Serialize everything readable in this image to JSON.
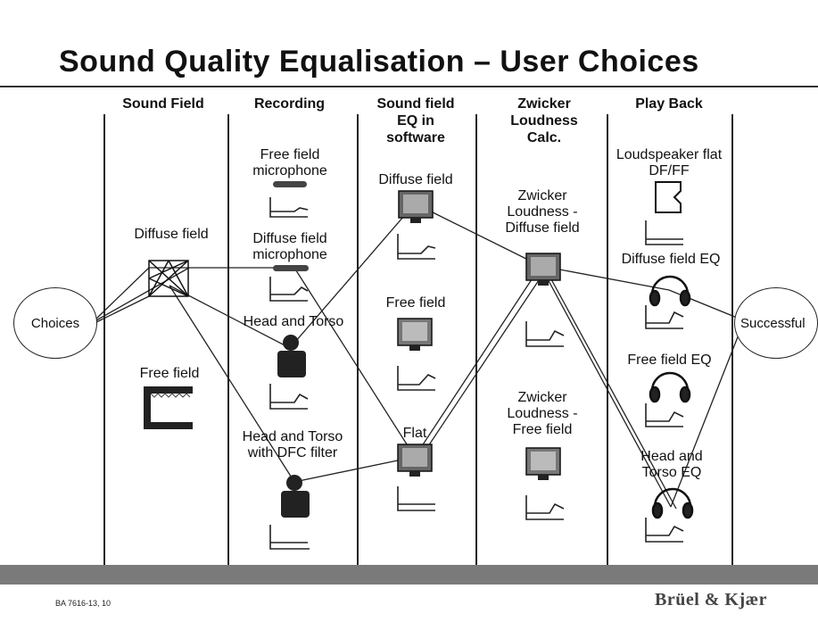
{
  "title": "Sound Quality Equalisation – User Choices",
  "columns": [
    {
      "label": "Sound Field"
    },
    {
      "label": "Recording"
    },
    {
      "label": "Sound field EQ in software"
    },
    {
      "label": "Zwicker Loudness Calc."
    },
    {
      "label": "Play Back"
    }
  ],
  "nodes": {
    "choices": "Choices",
    "successful": "Successful",
    "diffuse_field": "Diffuse field",
    "free_field": "Free field",
    "free_field_microphone": "Free field microphone",
    "diffuse_field_microphone": "Diffuse field microphone",
    "head_and_torso": "Head and Torso",
    "head_and_torso_dfc": "Head and Torso with DFC filter",
    "eq_diffuse_field": "Diffuse field",
    "eq_free_field": "Free field",
    "eq_flat": "Flat",
    "zwicker_diffuse": "Zwicker Loudness - Diffuse field",
    "zwicker_free": "Zwicker Loudness - Free field",
    "loudspeaker": "Loudspeaker flat DF/FF",
    "diffuse_field_eq": "Diffuse field EQ",
    "free_field_eq": "Free field EQ",
    "head_and_torso_eq": "Head and Torso EQ"
  },
  "footer": {
    "code": "BA 7616-13, 10",
    "brand": "Brüel & Kjær"
  }
}
